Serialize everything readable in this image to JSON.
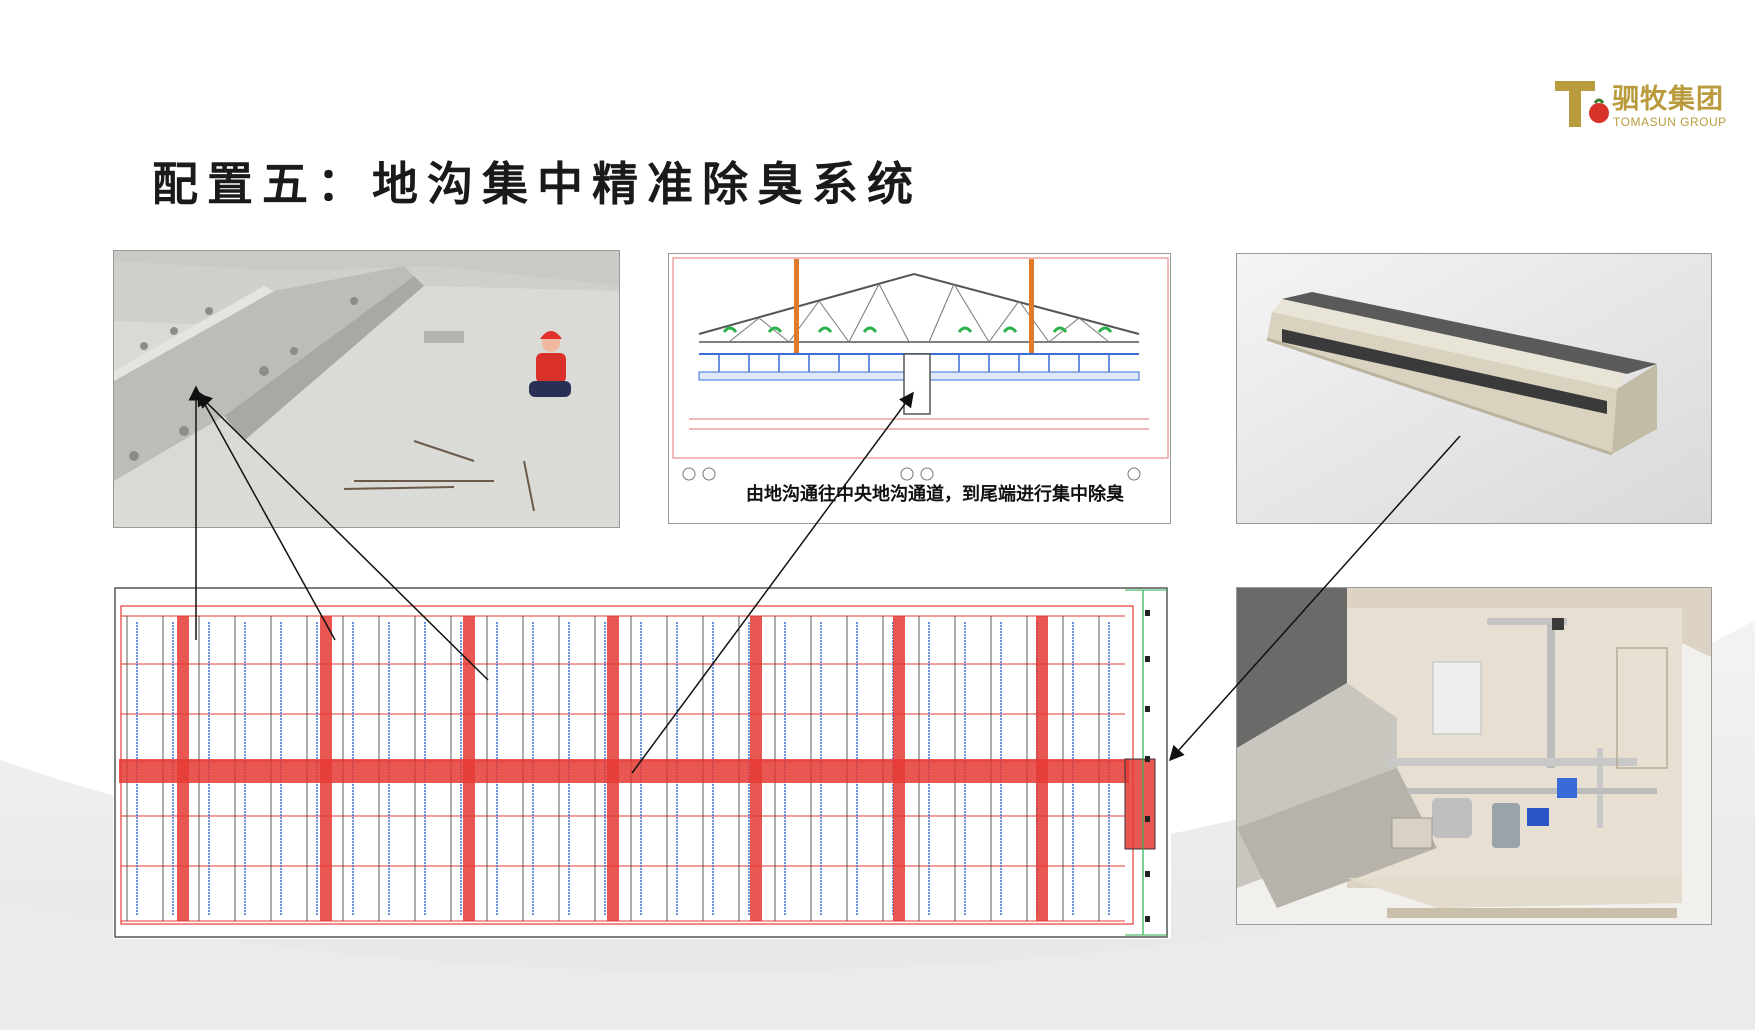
{
  "slide": {
    "title": "配置五：地沟集中精准除臭系统"
  },
  "logo": {
    "cn": "驷牧集团",
    "en": "TOMASUN GROUP",
    "color": "#b99a3c"
  },
  "drawing": {
    "caption": "由地沟通往中央地沟通道，到尾端进行集中除臭"
  },
  "colors": {
    "accent_red": "#e53935",
    "plan_blue": "#3b6fd8",
    "plan_green": "#2bb24c"
  }
}
